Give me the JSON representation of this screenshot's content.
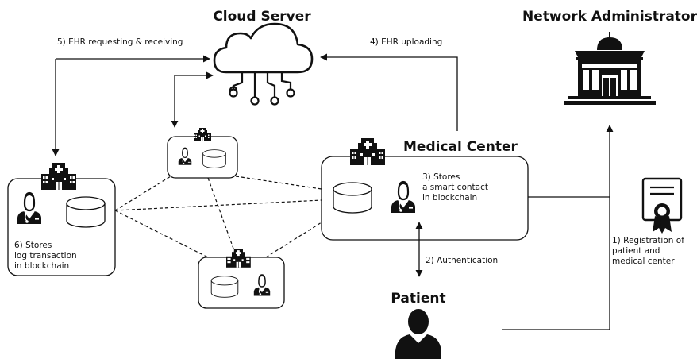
{
  "titles": {
    "cloud_server": "Cloud Server",
    "network_admin": "Network Administrator",
    "medical_center": "Medical Center",
    "patient": "Patient"
  },
  "steps": {
    "s1": [
      "1) Registration of",
      "patient and",
      "medical center"
    ],
    "s2": "2) Authentication",
    "s3": [
      "3) Stores",
      "a smart contact",
      "in blockchain"
    ],
    "s4": "4) EHR uploading",
    "s5": "5) EHR requesting & receiving",
    "s6": [
      "6) Stores",
      "log transaction",
      "in blockchain"
    ]
  },
  "icons": {
    "cloud": "cloud-network-icon",
    "admin": "government-building-icon",
    "hospital": "hospital-icon",
    "doctor": "doctor-icon",
    "database": "database-icon",
    "certificate": "certificate-icon",
    "patient": "person-icon"
  },
  "colors": {
    "stroke": "#111111",
    "fill": "#111111",
    "background": "#ffffff"
  }
}
